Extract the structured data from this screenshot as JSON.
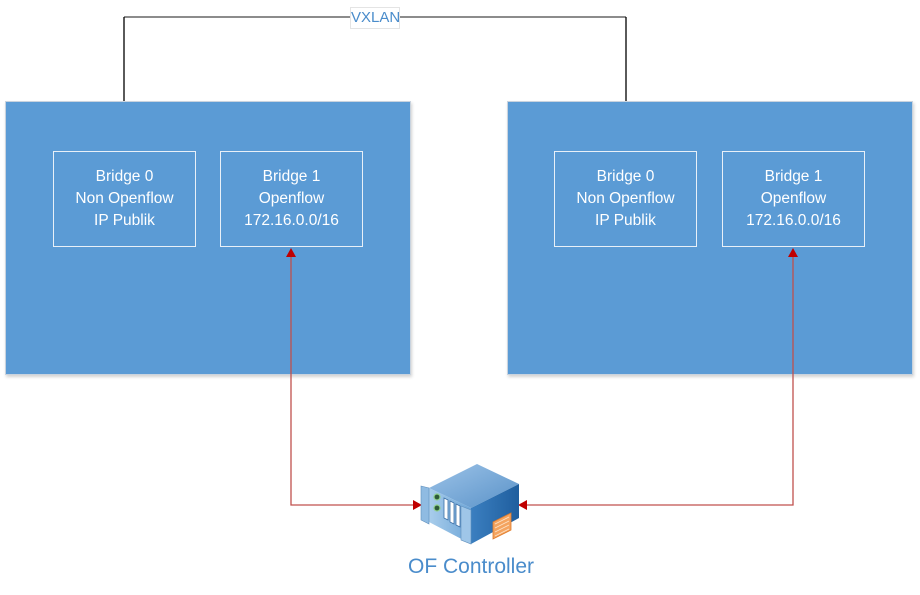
{
  "link_label": "VXLAN",
  "hosts": [
    {
      "bridges": [
        {
          "lines": [
            "Bridge 0",
            "Non Openflow",
            "IP Publik"
          ]
        },
        {
          "lines": [
            "Bridge 1",
            "Openflow",
            "172.16.0.0/16"
          ]
        }
      ]
    },
    {
      "bridges": [
        {
          "lines": [
            "Bridge 0",
            "Non Openflow",
            "IP Publik"
          ]
        },
        {
          "lines": [
            "Bridge 1",
            "Openflow",
            "172.16.0.0/16"
          ]
        }
      ]
    }
  ],
  "controller": {
    "label": "OF Controller",
    "icon": "server-icon"
  },
  "colors": {
    "host_fill": "#5b9bd5",
    "vxlan_line": "#8c8c8c",
    "arrow_black": "#000000",
    "controller_link": "#c00000",
    "label_text": "#4a8ccb"
  }
}
